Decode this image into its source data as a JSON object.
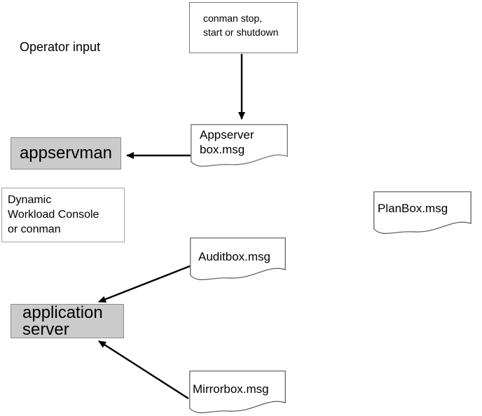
{
  "labels": {
    "operator_input": "Operator input"
  },
  "boxes": {
    "conman": "conman stop,\nstart or shutdown",
    "appservman": "appservman",
    "dwc": "Dynamic\nWorkload Console\nor conman",
    "application_server": "application\nserver"
  },
  "documents": {
    "appserver_box": "Appserver\nbox.msg",
    "planbox": "PlanBox.msg",
    "auditbox": "Auditbox.msg",
    "mirrorbox": "Mirrorbox.msg"
  },
  "colors": {
    "background": "#ffffff",
    "gray_fill": "#cbcbcb",
    "box_border": "#777777",
    "doc_border": "#555555",
    "doc_border_light": "#8a8a8a",
    "arrow": "#000000",
    "text": "#000000"
  }
}
